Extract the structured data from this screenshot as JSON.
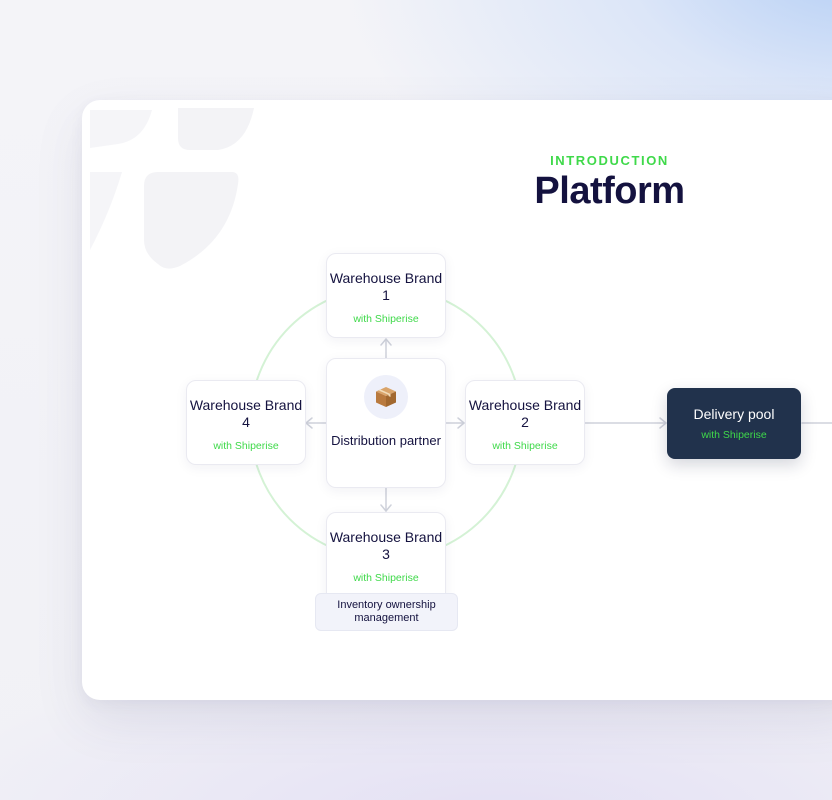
{
  "header": {
    "eyebrow": "INTRODUCTION",
    "title": "Platform"
  },
  "diagram": {
    "center": {
      "label": "Distribution partner",
      "icon": "package-icon"
    },
    "warehouses": [
      {
        "label": "Warehouse Brand 1",
        "sub": "with Shiperise"
      },
      {
        "label": "Warehouse Brand 2",
        "sub": "with Shiperise"
      },
      {
        "label": "Warehouse Brand 3",
        "sub": "with Shiperise"
      },
      {
        "label": "Warehouse Brand 4",
        "sub": "with Shiperise"
      }
    ],
    "delivery": {
      "label": "Delivery pool",
      "sub": "with Shiperise"
    },
    "inventory_note": "Inventory ownership management"
  },
  "colors": {
    "accent_green": "#3fd94a",
    "title_navy": "#14123f",
    "delivery_bg": "#21324c",
    "ring": "#d4f2d5",
    "connector": "#cfd2db"
  }
}
